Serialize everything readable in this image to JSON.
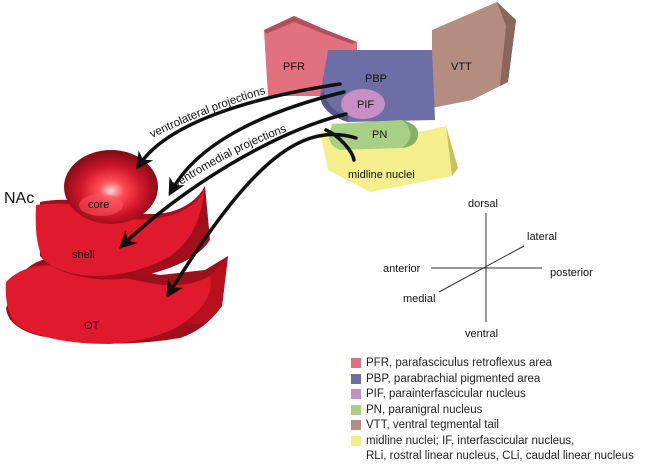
{
  "structures": {
    "nac": "NAc",
    "core": "core",
    "shell": "shell",
    "ot": "OT",
    "pfr": "PFR",
    "pbp": "PBP",
    "vtt": "VTT",
    "pif": "PIF",
    "pn": "PN",
    "midline": "midline nuclei"
  },
  "projections": {
    "ventrolateral": "ventrolateral projections",
    "ventromedial": "ventromedial projections"
  },
  "orientation": {
    "dorsal": "dorsal",
    "ventral": "ventral",
    "anterior": "anterior",
    "posterior": "posterior",
    "lateral": "lateral",
    "medial": "medial"
  },
  "legend": [
    {
      "color": "#e2717f",
      "text": "PFR, parafasciculus retroflexus area"
    },
    {
      "color": "#6e6ea6",
      "text": "PBP, parabrachial pigmented area"
    },
    {
      "color": "#c88fc4",
      "text": "PIF, parainterfascicular nucleus"
    },
    {
      "color": "#a8cf86",
      "text": "PN, paranigral nucleus"
    },
    {
      "color": "#b48c80",
      "text": "VTT, ventral tegmental tail"
    },
    {
      "color": "#f4ef8c",
      "text": "midline nuclei; IF, interfascicular nucleus,",
      "text2": "RLi, rostral linear nucleus, CLi, caudal linear nucleus"
    }
  ],
  "colors": {
    "red": "#e0192d",
    "red_dark": "#9e0f1c",
    "pfr": "#e2717f",
    "pbp": "#6e6ea6",
    "pif": "#c88fc4",
    "pn": "#a8cf86",
    "vtt": "#b48c80",
    "midline": "#f4ef8c"
  }
}
